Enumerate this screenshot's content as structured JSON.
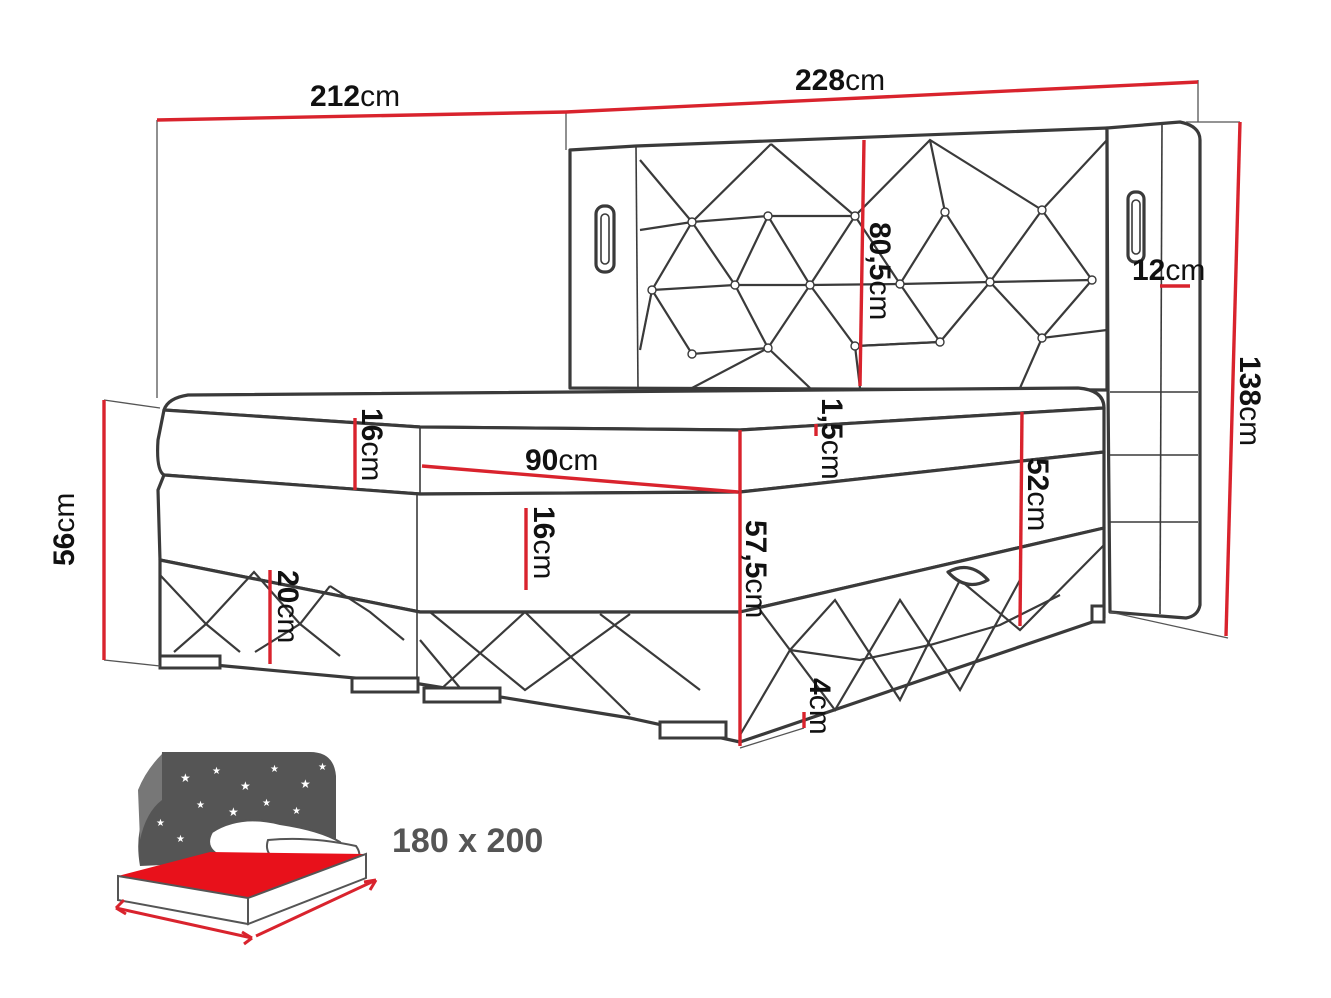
{
  "dimensions": {
    "width_212": {
      "value": "212",
      "unit": "cm"
    },
    "depth_228": {
      "value": "228",
      "unit": "cm"
    },
    "headboard_80_5": {
      "value": "80,5",
      "unit": "cm"
    },
    "wing_12": {
      "value": "12",
      "unit": "cm"
    },
    "height_138": {
      "value": "138",
      "unit": "cm"
    },
    "topper_1_5": {
      "value": "1,5",
      "unit": "cm"
    },
    "mattress_16a": {
      "value": "16",
      "unit": "cm"
    },
    "half_90": {
      "value": "90",
      "unit": "cm"
    },
    "height_52": {
      "value": "52",
      "unit": "cm"
    },
    "height_56": {
      "value": "56",
      "unit": "cm"
    },
    "mattress_16b": {
      "value": "16",
      "unit": "cm"
    },
    "height_57_5": {
      "value": "57,5",
      "unit": "cm"
    },
    "base_20": {
      "value": "20",
      "unit": "cm"
    },
    "feet_4": {
      "value": "4",
      "unit": "cm"
    }
  },
  "mattress_size": "180 x 200",
  "colors": {
    "dimension_line": "#d9232d",
    "outline": "#3a3a3a",
    "mattress_red": "#e8111b"
  }
}
